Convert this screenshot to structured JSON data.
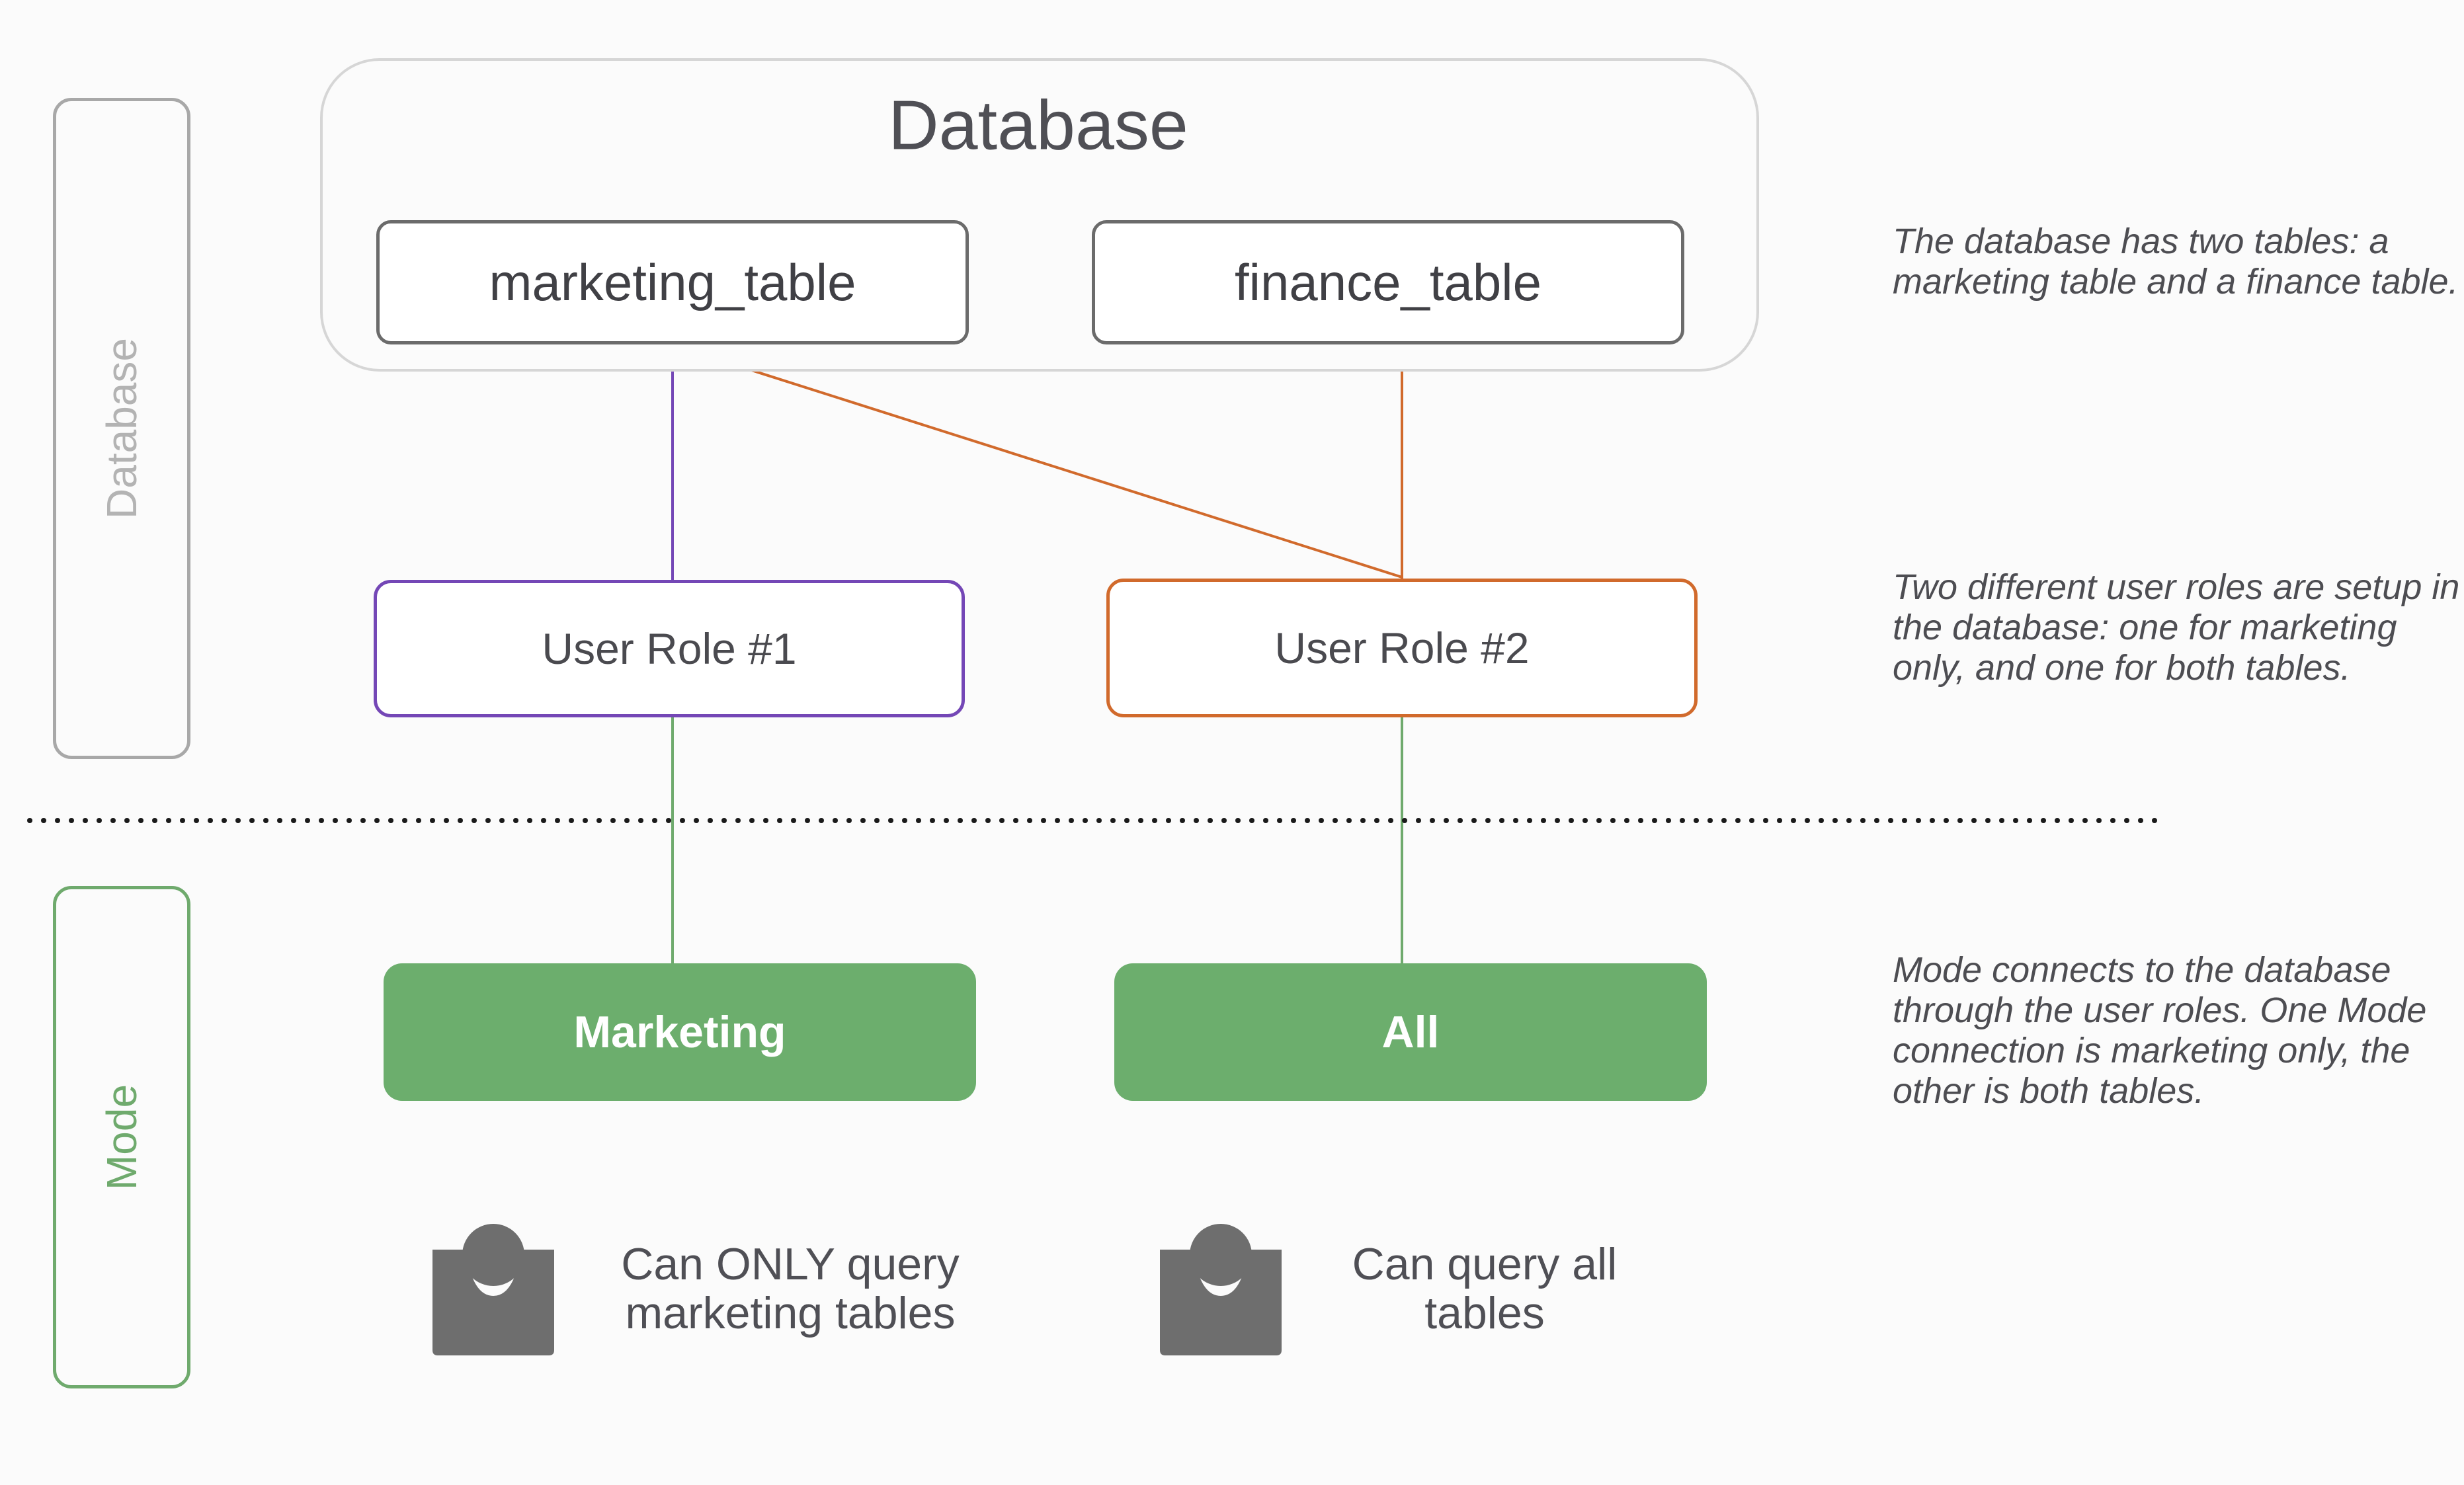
{
  "side_labels": {
    "database": "Database",
    "mode": "Mode"
  },
  "database": {
    "title": "Database",
    "tables": [
      "marketing_table",
      "finance_table"
    ]
  },
  "roles": [
    "User Role #1",
    "User Role #2"
  ],
  "connections": [
    "Marketing",
    "All"
  ],
  "descriptions": [
    "The database has two tables: a marketing table and a finance table.",
    "Two different user roles are setup in the database: one for marketing only, and one for both tables.",
    "Mode connects to the database through the user roles. One Mode connection is marketing only, the other is both tables."
  ],
  "access": [
    "Can ONLY query marketing tables",
    "Can query all tables"
  ],
  "icons": {
    "user": "user-icon"
  },
  "colors": {
    "role1_purple": "#7447b6",
    "role2_orange": "#d16a2c",
    "mode_green": "#6cae6d",
    "connector_green": "#6faa6d",
    "icon_gray": "#6e6e6e"
  }
}
